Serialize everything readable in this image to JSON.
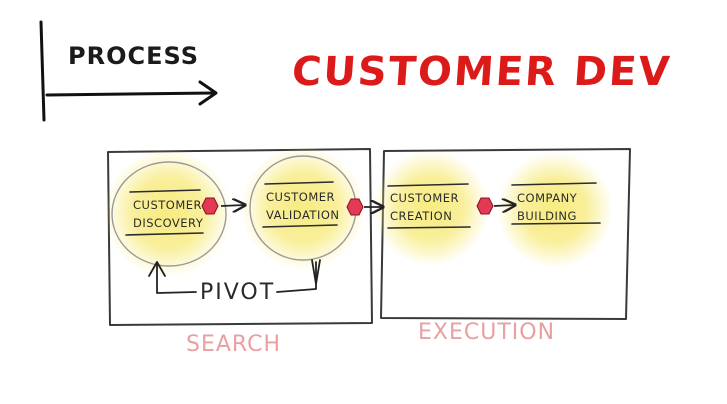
{
  "title": "CUSTOMER DEV",
  "axis": {
    "label": "PROCESS"
  },
  "nodes": [
    {
      "id": "customer-discovery",
      "line1": "CUSTOMER",
      "line2": "DISCOVERY"
    },
    {
      "id": "customer-validation",
      "line1": "CUSTOMER",
      "line2": "VALIDATION"
    },
    {
      "id": "customer-creation",
      "line1": "CUSTOMER",
      "line2": "CREATION"
    },
    {
      "id": "company-building",
      "line1": "COMPANY",
      "line2": "BUILDING"
    }
  ],
  "loop": {
    "label": "PIVOT"
  },
  "phases": {
    "search": "SEARCH",
    "execution": "EXECUTION"
  },
  "colors": {
    "title": "#dd1a1a",
    "highlight": "#f5e46a",
    "connector": "#e23a55",
    "ink": "#2b2b2b",
    "phase_label": "#e8a0a0"
  }
}
